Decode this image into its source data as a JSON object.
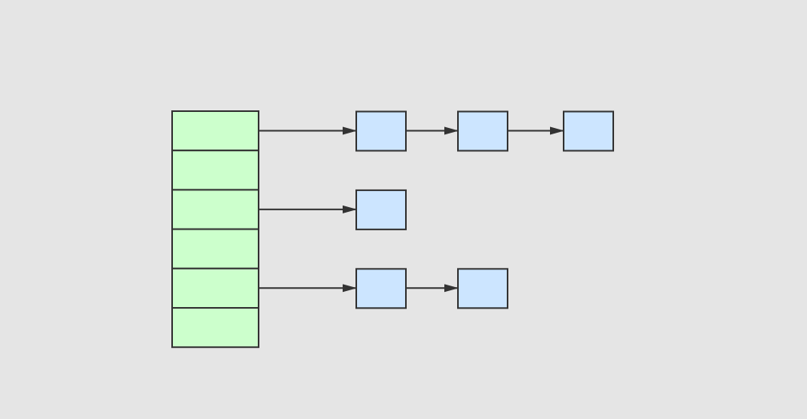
{
  "colors": {
    "background": "#e5e5e5",
    "bucket_fill": "#ccffcc",
    "node_fill": "#cce5ff",
    "stroke": "#333333"
  },
  "buckets": [
    {
      "chain_length": 3
    },
    {
      "chain_length": 0
    },
    {
      "chain_length": 1
    },
    {
      "chain_length": 0
    },
    {
      "chain_length": 2
    },
    {
      "chain_length": 0
    }
  ]
}
